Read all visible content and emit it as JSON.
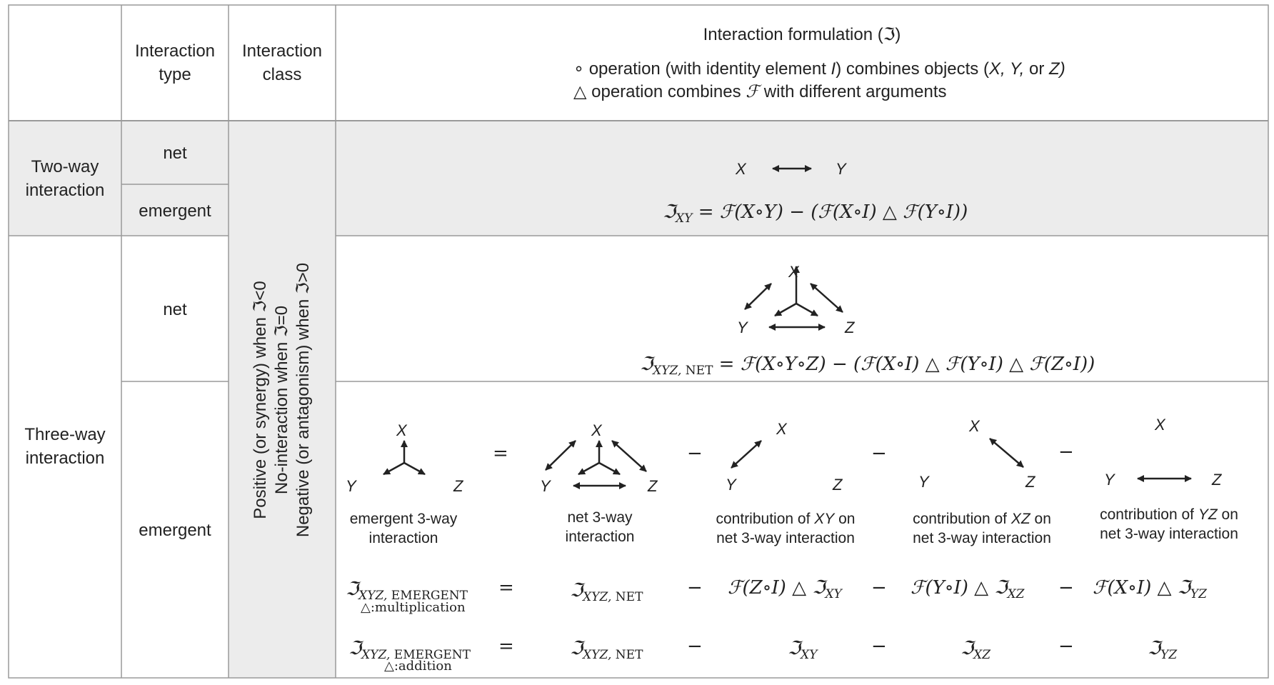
{
  "header": {
    "col_type": "Interaction type",
    "col_class": "Interaction class",
    "formulation_title": "Interaction formulation (ℑ)",
    "formulation_line1_prefix": "∘ operation (with identity element ",
    "formulation_line1_I": "I",
    "formulation_line1_mid": ") combines objects (",
    "formulation_line1_objs": "X, Y,",
    "formulation_line1_or": " or ",
    "formulation_line1_Z": "Z)",
    "formulation_line2_prefix": "△ operation combines ",
    "formulation_line2_F": "ℱ",
    "formulation_line2_suffix": " with different arguments"
  },
  "rows": {
    "two_way": "Two-way interaction",
    "three_way": "Three-way interaction",
    "net": "net",
    "emergent": "emergent"
  },
  "interaction_class": {
    "line1": "Positive (or synergy) when ℑ<0",
    "line2": "No-interaction when ℑ=0",
    "line3": "Negative (or antagonism) when ℑ>0"
  },
  "two_way_formula": {
    "lhs": "ℑ",
    "lhs_sub": "XY",
    "rhs": " = ℱ(X∘Y) − (ℱ(X∘I) △ ℱ(Y∘I))"
  },
  "three_way_net_formula": {
    "lhs": "ℑ",
    "lhs_sub": "XYZ,",
    "lhs_sub2": " NET",
    "rhs": " = ℱ(X∘Y∘Z) − (ℱ(X∘I) △ ℱ(Y∘I) △ ℱ(Z∘I))"
  },
  "labels": {
    "x": "X",
    "y": "Y",
    "z": "Z"
  },
  "operators": {
    "eq": "=",
    "minus": "−"
  },
  "captions": {
    "emergent": "emergent 3-way interaction",
    "net": "net 3-way interaction",
    "xy_pre": "contribution of ",
    "xy_var": "XY",
    "xy_post": " on",
    "xy_line2": "net 3-way  interaction",
    "xz_pre": "contribution of ",
    "xz_var": "XZ",
    "xz_post": " on",
    "xz_line2": "net 3-way  interaction",
    "yz_pre": "contribution of ",
    "yz_var": "YZ",
    "yz_post": " on",
    "yz_line2": "net 3-way  interaction",
    "emergent_line1": "emergent 3-way",
    "emergent_line2": "interaction",
    "net_line1": "net 3-way",
    "net_line2": "interaction"
  },
  "mult_row": {
    "lhs": "ℑ",
    "lhs_sub": "XYZ,",
    "lhs_sub2": " EMERGENT",
    "note": "△:multiplication",
    "net": "ℑ",
    "net_sub": "XYZ,",
    "net_sub2": " NET",
    "t1": "ℱ(Z∘I) △ ℑ",
    "t1_sub": "XY",
    "t2": "ℱ(Y∘I) △ ℑ",
    "t2_sub": "XZ",
    "t3": "ℱ(X∘I) △ ℑ",
    "t3_sub": "YZ"
  },
  "add_row": {
    "lhs": "ℑ",
    "lhs_sub": "XYZ,",
    "lhs_sub2": " EMERGENT",
    "note": "△:addition",
    "net": "ℑ",
    "net_sub": "XYZ,",
    "net_sub2": " NET",
    "t1": "ℑ",
    "t1_sub": "XY",
    "t2": "ℑ",
    "t2_sub": "XZ",
    "t3": "ℑ",
    "t3_sub": "YZ"
  }
}
